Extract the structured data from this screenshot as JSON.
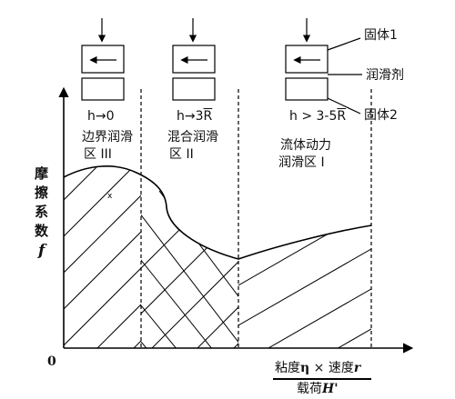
{
  "labels": {
    "solid1": "固体1",
    "lubricant": "润滑剂",
    "solid2": "固体2"
  },
  "regimes": [
    {
      "condition": "h→0",
      "name_line1": "边界润滑",
      "name_line2": "区 III"
    },
    {
      "condition_prefix": "h→3",
      "condition_overline": "R",
      "name_line1": "混合润滑",
      "name_line2": "区 II"
    },
    {
      "condition_prefix": "h > 3-5",
      "condition_overline": "R",
      "name_line1": "流体动力",
      "name_line2": "润滑区 I"
    }
  ],
  "y_axis": {
    "c1": "摩",
    "c2": "擦",
    "c3": "系",
    "c4": "数",
    "symbol": "f"
  },
  "origin": "0",
  "x_axis_fraction": {
    "numerator_a": "粘度",
    "eta": "η",
    "times1": " × ",
    "numerator_b": "速度",
    "v": "r",
    "denominator_a": "载荷",
    "denominator_b": "H'"
  }
}
